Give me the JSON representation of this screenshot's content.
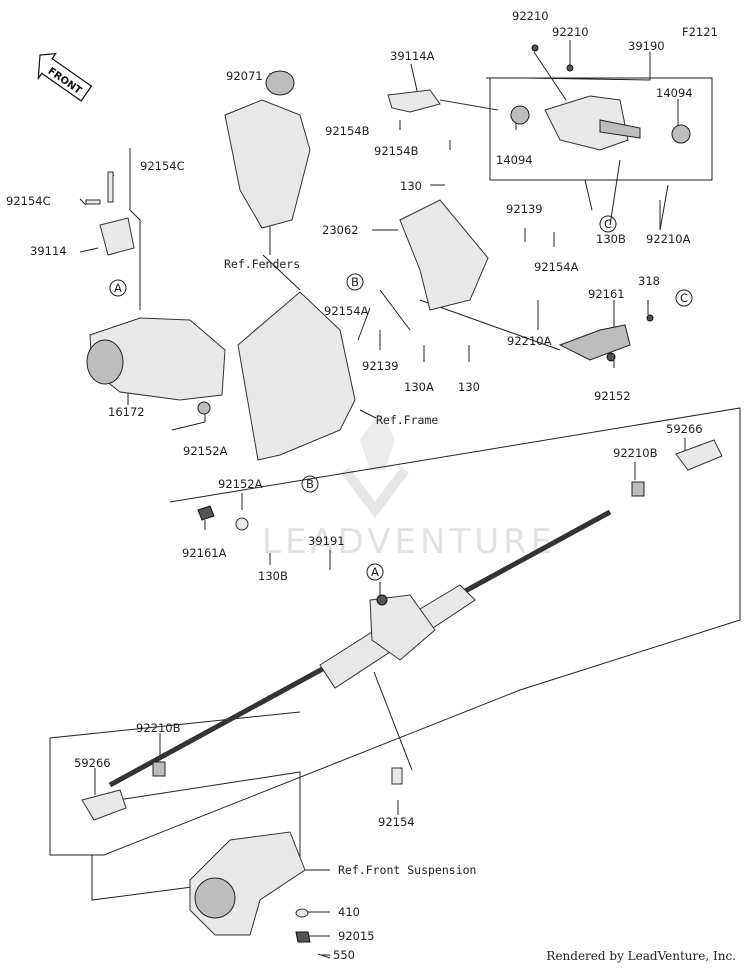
{
  "diagram_code": "F2121",
  "front_label": "FRONT",
  "watermark": "LEADVENTURE",
  "footer": "Rendered by LeadVenture, Inc.",
  "labels": [
    {
      "id": "92210-top",
      "text": "92210"
    },
    {
      "id": "92210-top2",
      "text": "92210"
    },
    {
      "id": "39190",
      "text": "39190"
    },
    {
      "id": "39114A",
      "text": "39114A"
    },
    {
      "id": "92071",
      "text": "92071"
    },
    {
      "id": "14094-right",
      "text": "14094"
    },
    {
      "id": "92154B-1",
      "text": "92154B"
    },
    {
      "id": "92154B-2",
      "text": "92154B"
    },
    {
      "id": "14094-left",
      "text": "14094"
    },
    {
      "id": "92154C-1",
      "text": "92154C"
    },
    {
      "id": "92154C-2",
      "text": "92154C"
    },
    {
      "id": "130-top",
      "text": "130"
    },
    {
      "id": "130B-1",
      "text": "130B"
    },
    {
      "id": "92210A-1",
      "text": "92210A"
    },
    {
      "id": "39114",
      "text": "39114"
    },
    {
      "id": "23062",
      "text": "23062"
    },
    {
      "id": "92139-1",
      "text": "92139"
    },
    {
      "id": "92154A-1",
      "text": "92154A"
    },
    {
      "id": "ref-fenders",
      "text": "Ref.Fenders"
    },
    {
      "id": "92161",
      "text": "92161"
    },
    {
      "id": "318",
      "text": "318"
    },
    {
      "id": "92154A-2",
      "text": "92154A"
    },
    {
      "id": "92210A-2",
      "text": "92210A"
    },
    {
      "id": "92139-2",
      "text": "92139"
    },
    {
      "id": "130A",
      "text": "130A"
    },
    {
      "id": "130-mid",
      "text": "130"
    },
    {
      "id": "92152",
      "text": "92152"
    },
    {
      "id": "16172",
      "text": "16172"
    },
    {
      "id": "ref-frame",
      "text": "Ref.Frame"
    },
    {
      "id": "92152A-1",
      "text": "92152A"
    },
    {
      "id": "59266-right",
      "text": "59266"
    },
    {
      "id": "92210B-right",
      "text": "92210B"
    },
    {
      "id": "92152A-2",
      "text": "92152A"
    },
    {
      "id": "92161A",
      "text": "92161A"
    },
    {
      "id": "39191",
      "text": "39191"
    },
    {
      "id": "130B-2",
      "text": "130B"
    },
    {
      "id": "92210B-left",
      "text": "92210B"
    },
    {
      "id": "59266-left",
      "text": "59266"
    },
    {
      "id": "92154",
      "text": "92154"
    },
    {
      "id": "ref-front-suspension",
      "text": "Ref.Front Suspension"
    },
    {
      "id": "410",
      "text": "410"
    },
    {
      "id": "92015",
      "text": "92015"
    },
    {
      "id": "550",
      "text": "550"
    }
  ],
  "callouts": [
    {
      "id": "A-1",
      "text": "A"
    },
    {
      "id": "B-1",
      "text": "B"
    },
    {
      "id": "C-1",
      "text": "C"
    },
    {
      "id": "C-2",
      "text": "C"
    },
    {
      "id": "B-2",
      "text": "B"
    },
    {
      "id": "A-2",
      "text": "A"
    }
  ]
}
